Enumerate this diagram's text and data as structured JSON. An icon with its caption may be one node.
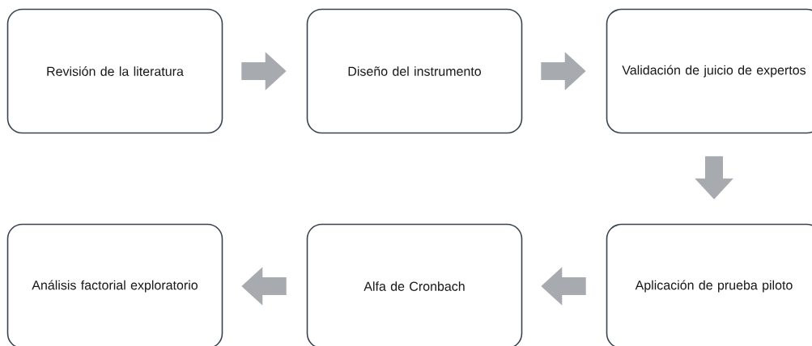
{
  "diagram": {
    "nodes": [
      {
        "text": [
          "Revisión de la literatura"
        ]
      },
      {
        "text": [
          "Diseño del instrumento"
        ]
      },
      {
        "text": [
          "Validación de juicio de expertos"
        ]
      },
      {
        "text": [
          "Aplicación de prueba piloto"
        ]
      },
      {
        "text": [
          "Alfa de Cronbach"
        ]
      },
      {
        "text": [
          "Análisis factorial exploratorio"
        ]
      }
    ],
    "edges": [
      {
        "from": 0,
        "to": 1,
        "arrow": "to"
      },
      {
        "from": 1,
        "to": 2,
        "arrow": "to"
      },
      {
        "from": 2,
        "to": 3,
        "arrow": "to"
      },
      {
        "from": 3,
        "to": 4,
        "arrow": "to"
      },
      {
        "from": 4,
        "to": 5,
        "arrow": "to"
      }
    ]
  }
}
